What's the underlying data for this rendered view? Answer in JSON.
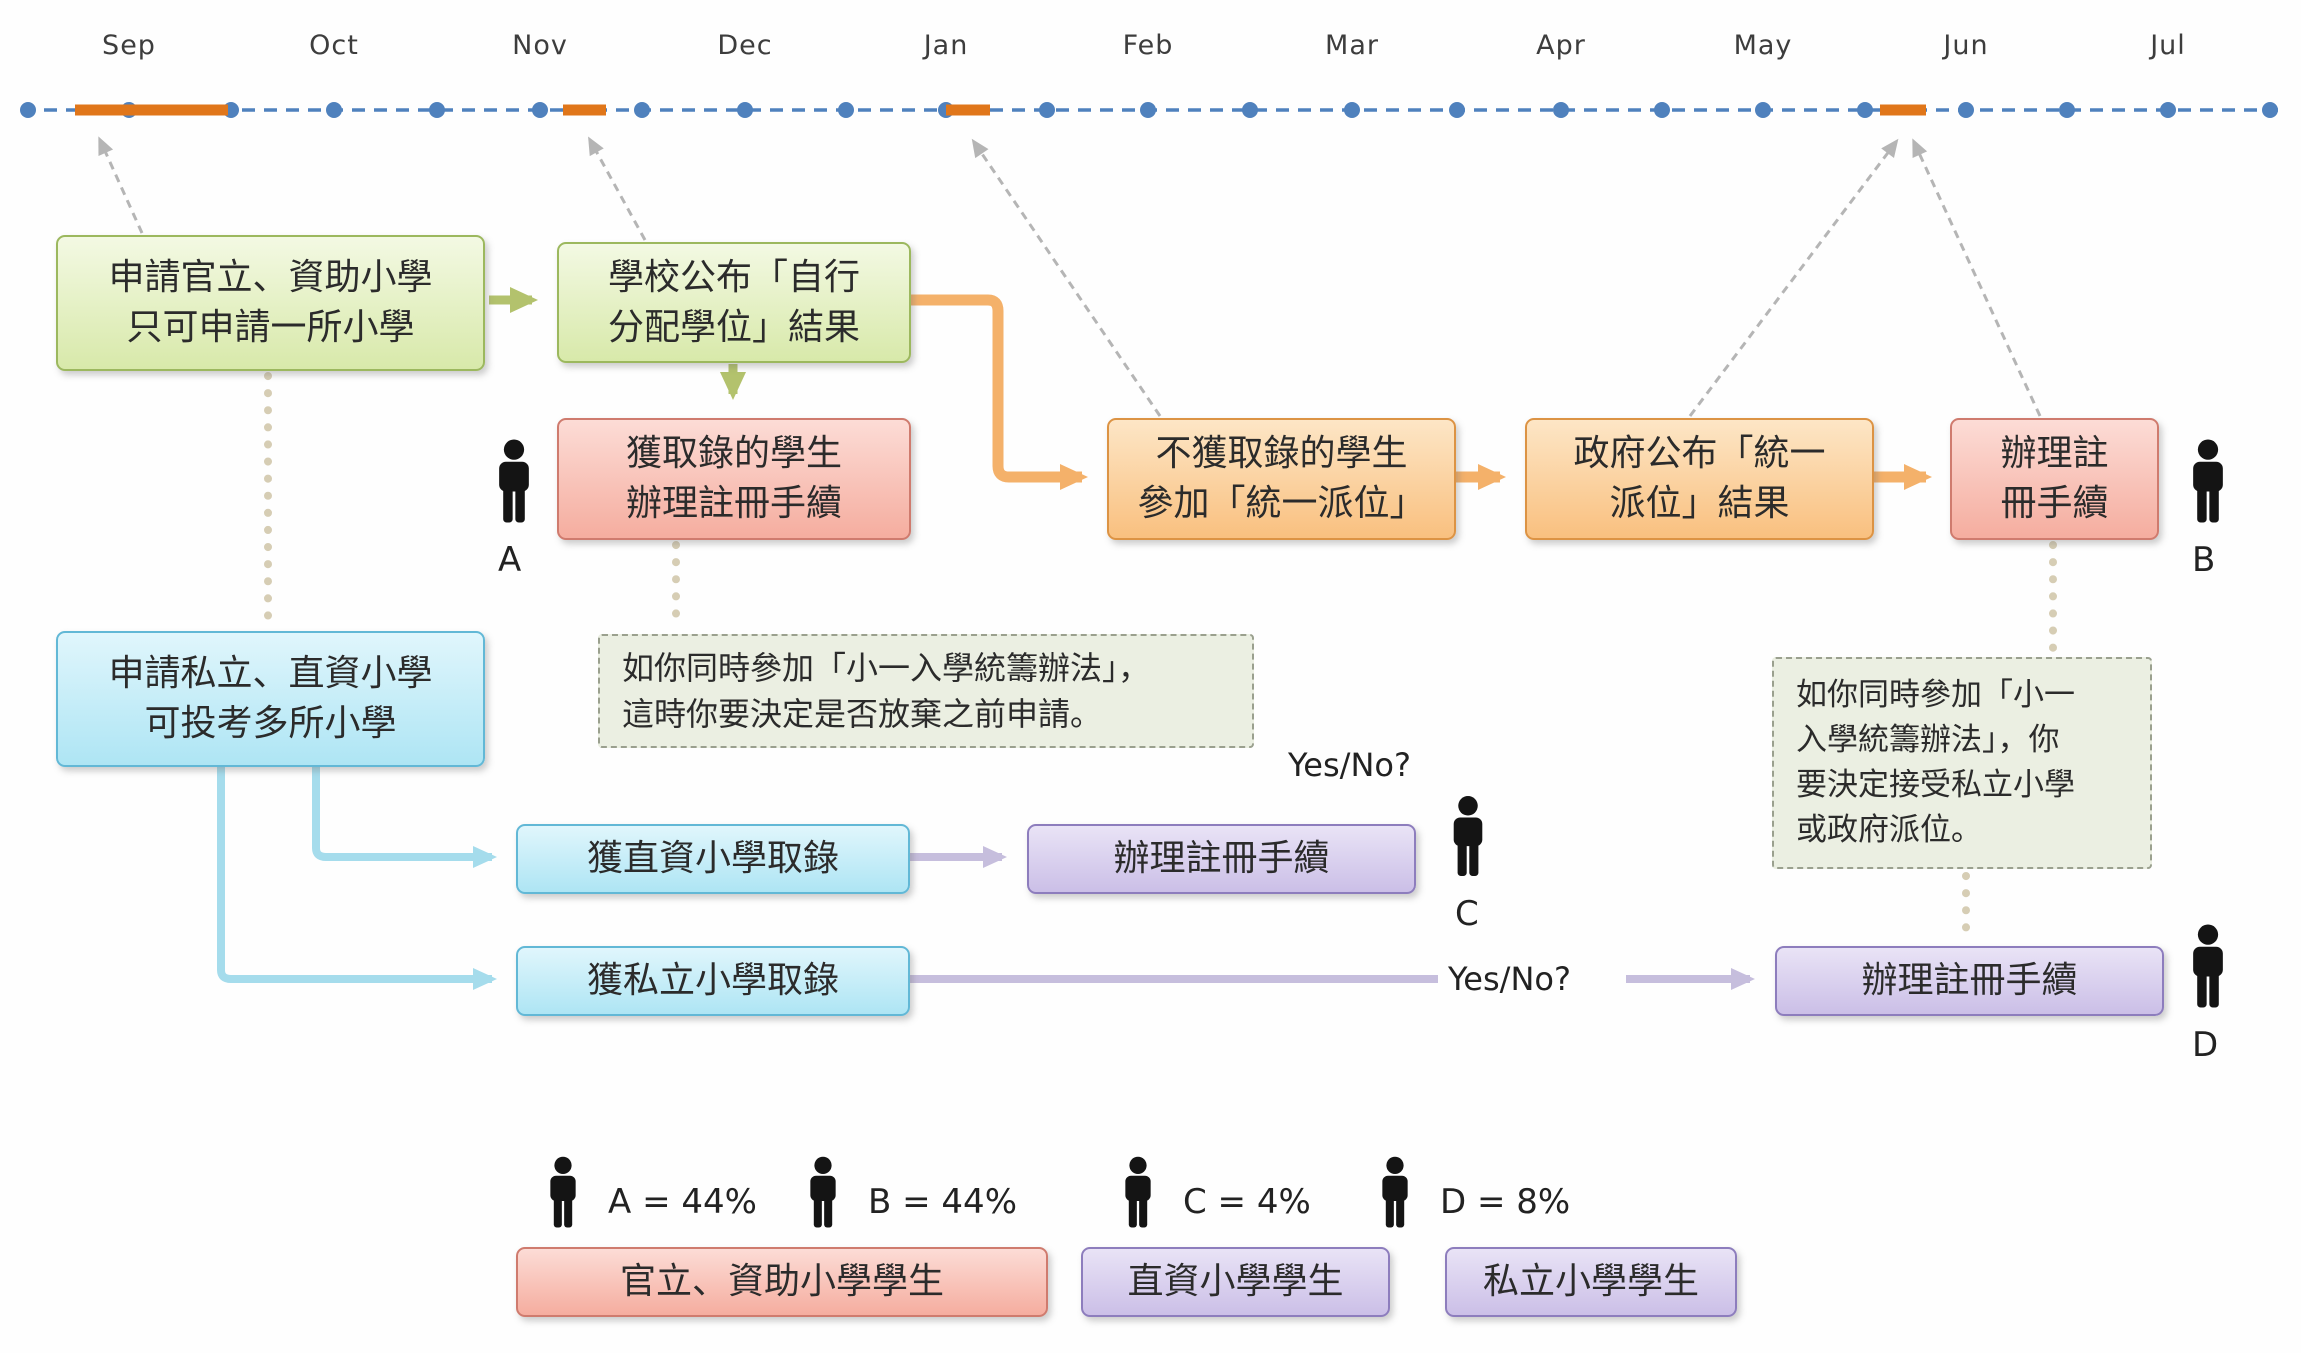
{
  "timeline": {
    "months": [
      "Sep",
      "Oct",
      "Nov",
      "Dec",
      "Jan",
      "Feb",
      "Mar",
      "Apr",
      "May",
      "Jun",
      "Jul"
    ]
  },
  "flow": {
    "apply_gov": "申請官立、資助小學\n只可申請一所小學",
    "school_announce": "學校公布「自行\n分配學位」結果",
    "admitted_register": "獲取錄的學生\n辦理註冊手續",
    "not_admitted": "不獲取錄的學生\n參加「統一派位」",
    "gov_announce": "政府公布「統一\n派位」結果",
    "register_b": "辦理註\n冊手續",
    "apply_private": "申請私立、直資小學\n可投考多所小學",
    "dss_admitted": "獲直資小學取錄",
    "register_c": "辦理註冊手續",
    "private_admitted": "獲私立小學取錄",
    "register_d": "辦理註冊手續",
    "yes_no_c": "Yes/No?",
    "yes_no_d": "Yes/No?"
  },
  "notes": {
    "note1": "如你同時參加「小一入學統籌辦法」，\n這時你要決定是否放棄之前申請。",
    "note2": "如你同時參加「小一\n入學統籌辦法」，你\n要決定接受私立小學\n或政府派位。"
  },
  "persons": {
    "a": "A",
    "b": "B",
    "c": "C",
    "d": "D"
  },
  "legend": {
    "items": [
      {
        "label": "A = 44%"
      },
      {
        "label": "B = 44%"
      },
      {
        "label": "C = 4%"
      },
      {
        "label": "D = 8%"
      }
    ],
    "boxes": [
      {
        "label": "官立、資助小學學生"
      },
      {
        "label": "直資小學學生"
      },
      {
        "label": "私立小學學生"
      }
    ]
  },
  "colors": {
    "timeline_blue": "#4f81bd",
    "timeline_highlight": "#e0761a",
    "green_border": "#9cb85e",
    "pink_border": "#cf7b6e",
    "orange_border": "#dc9344",
    "blue_border": "#62b8d6",
    "purple_border": "#8d7dbd"
  }
}
